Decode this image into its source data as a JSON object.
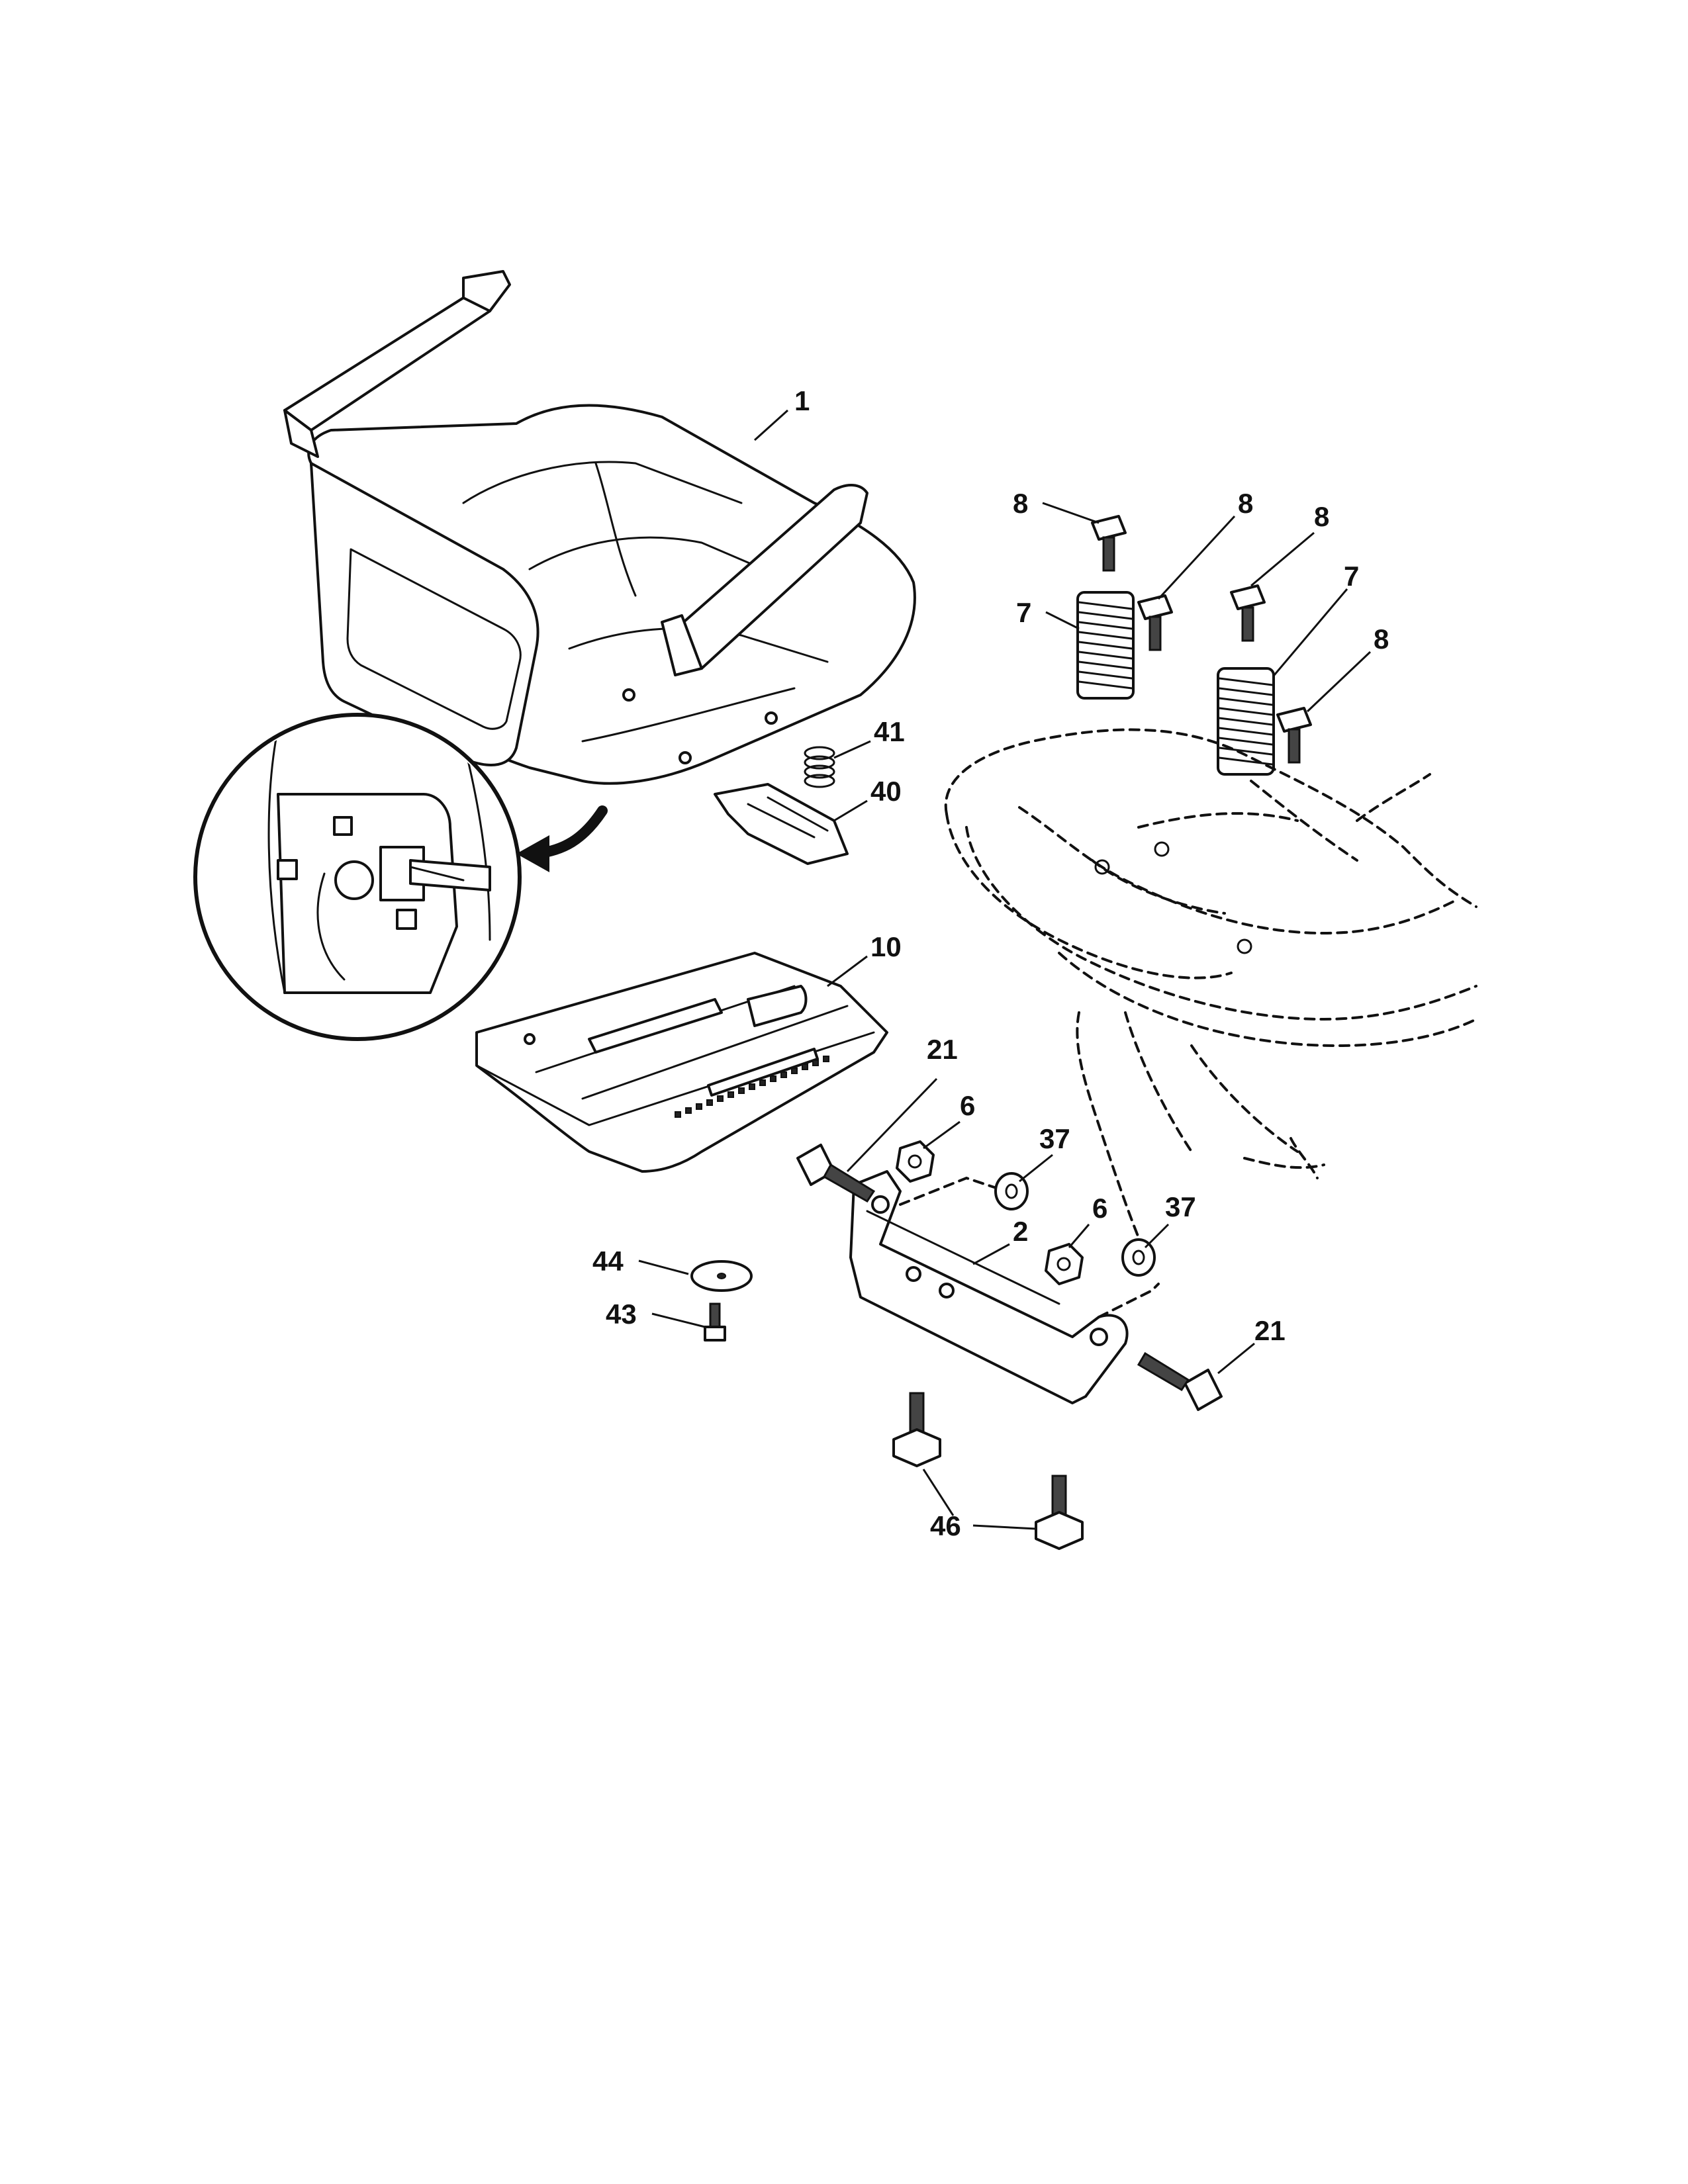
{
  "callouts": {
    "c1": "1",
    "c2": "2",
    "c6a": "6",
    "c6b": "6",
    "c7a": "7",
    "c7b": "7",
    "c8a": "8",
    "c8b": "8",
    "c8c": "8",
    "c8d": "8",
    "c10": "10",
    "c21a": "21",
    "c21b": "21",
    "c37a": "37",
    "c37b": "37",
    "c40": "40",
    "c41": "41",
    "c43": "43",
    "c44": "44",
    "c46": "46"
  }
}
